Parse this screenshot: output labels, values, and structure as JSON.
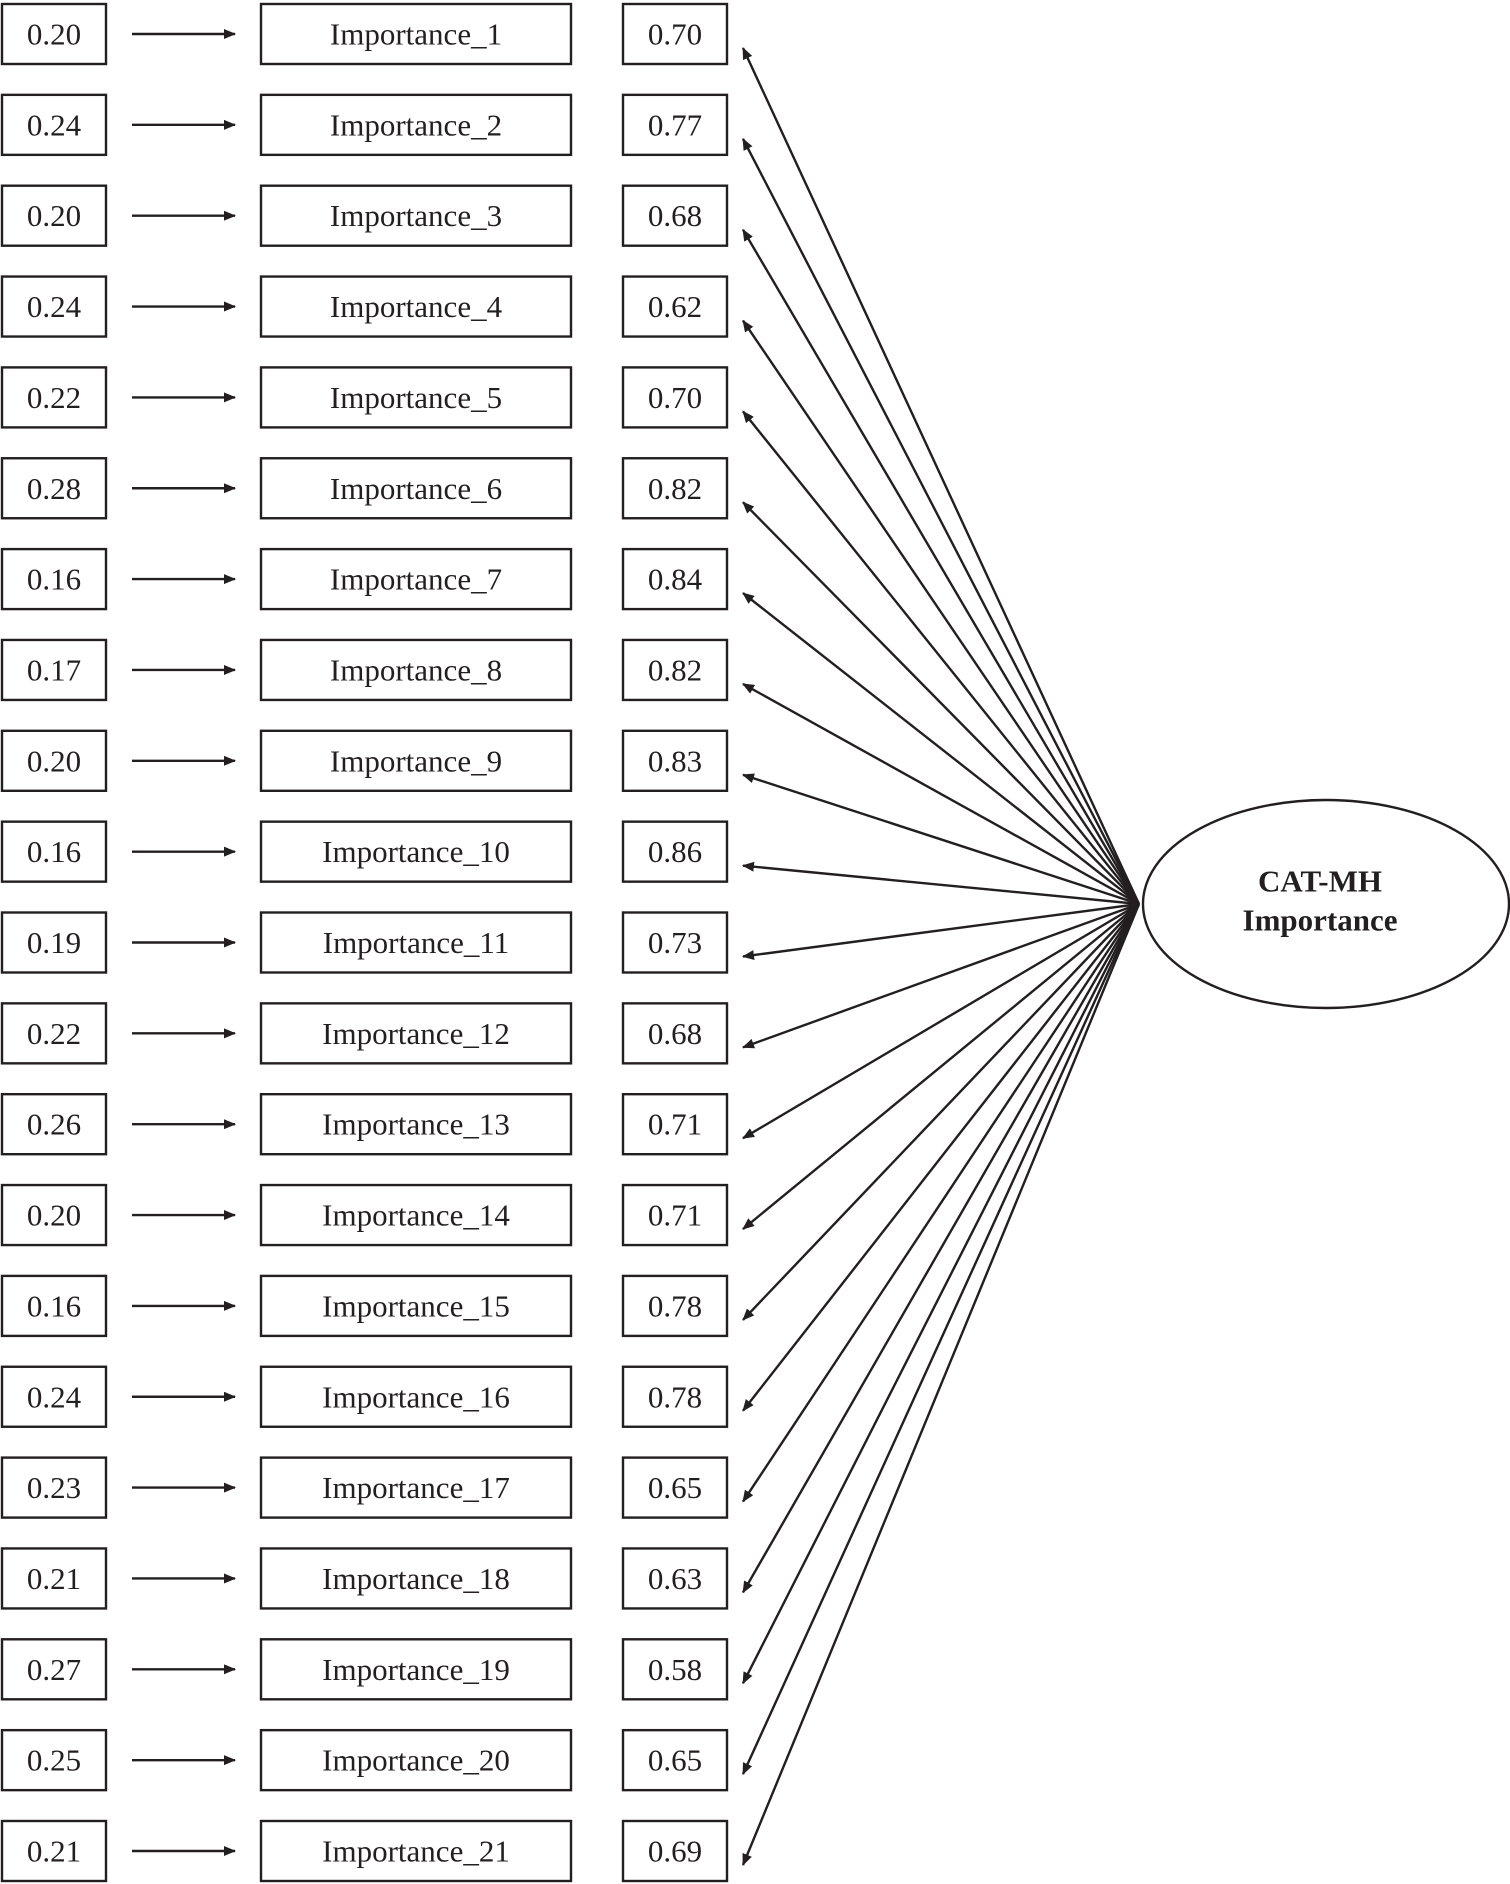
{
  "latent": {
    "line1": "CAT-MH",
    "line2": "Importance"
  },
  "items": [
    {
      "error": "0.20",
      "label": "Importance_1",
      "loading": "0.70"
    },
    {
      "error": "0.24",
      "label": "Importance_2",
      "loading": "0.77"
    },
    {
      "error": "0.20",
      "label": "Importance_3",
      "loading": "0.68"
    },
    {
      "error": "0.24",
      "label": "Importance_4",
      "loading": "0.62"
    },
    {
      "error": "0.22",
      "label": "Importance_5",
      "loading": "0.70"
    },
    {
      "error": "0.28",
      "label": "Importance_6",
      "loading": "0.82"
    },
    {
      "error": "0.16",
      "label": "Importance_7",
      "loading": "0.84"
    },
    {
      "error": "0.17",
      "label": "Importance_8",
      "loading": "0.82"
    },
    {
      "error": "0.20",
      "label": "Importance_9",
      "loading": "0.83"
    },
    {
      "error": "0.16",
      "label": "Importance_10",
      "loading": "0.86"
    },
    {
      "error": "0.19",
      "label": "Importance_11",
      "loading": "0.73"
    },
    {
      "error": "0.22",
      "label": "Importance_12",
      "loading": "0.68"
    },
    {
      "error": "0.26",
      "label": "Importance_13",
      "loading": "0.71"
    },
    {
      "error": "0.20",
      "label": "Importance_14",
      "loading": "0.71"
    },
    {
      "error": "0.16",
      "label": "Importance_15",
      "loading": "0.78"
    },
    {
      "error": "0.24",
      "label": "Importance_16",
      "loading": "0.78"
    },
    {
      "error": "0.23",
      "label": "Importance_17",
      "loading": "0.65"
    },
    {
      "error": "0.21",
      "label": "Importance_18",
      "loading": "0.63"
    },
    {
      "error": "0.27",
      "label": "Importance_19",
      "loading": "0.58"
    },
    {
      "error": "0.25",
      "label": "Importance_20",
      "loading": "0.65"
    },
    {
      "error": "0.21",
      "label": "Importance_21",
      "loading": "0.69"
    }
  ]
}
